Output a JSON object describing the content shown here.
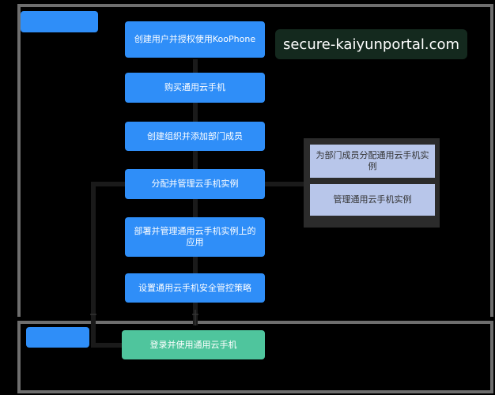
{
  "domain_badge": "secure-kaiyunportal.com",
  "roles": {
    "admin": "",
    "user": ""
  },
  "admin_steps": [
    "创建用户并授权使用KooPhone",
    "购买通用云手机",
    "创建组织并添加部门成员",
    "分配并管理云手机实例",
    "部署并管理通用云手机实例上的应用",
    "设置通用云手机安全管控策略"
  ],
  "sub_steps": [
    "为部门成员分配通用云手机实例",
    "管理通用云手机实例"
  ],
  "user_step": "登录并使用通用云手机",
  "colors": {
    "step_blue": "#2f8ef8",
    "user_green": "#4fc59d",
    "sub_lavender": "#b8c6ea",
    "frame_gray": "#6e6e6e"
  }
}
